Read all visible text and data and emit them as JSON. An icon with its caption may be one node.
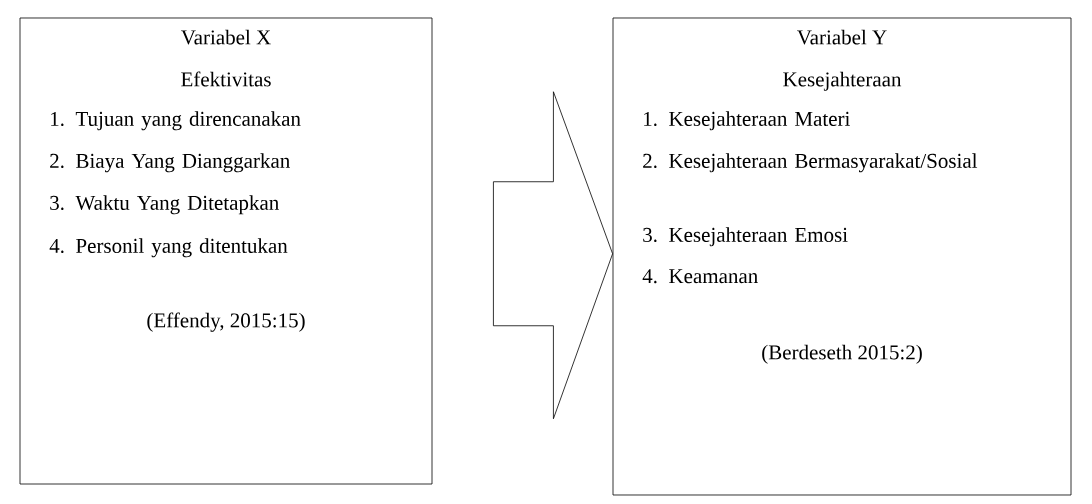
{
  "diagram": {
    "nodes": [
      {
        "text": [
          "Variabel X",
          "Efektivitas",
          "1. Tujuan yang direncanakan",
          "2. Biaya Yang Dianggarkan",
          "3. Waktu Yang Ditetapkan",
          "4. Personil yang ditentukan",
          "(Effendy, 2015:15)"
        ]
      },
      {
        "text": [
          "Variabel Y",
          "Kesejahteraan",
          "1. Kesejahteraan Materi",
          "2. Kesejahteraan Bermasyarakat/Sosial",
          "3. Kesejahteraan Emosi",
          "4. Keamanan",
          "(Berdeseth 2015:2)"
        ]
      }
    ],
    "edges": [
      {
        "from": 0,
        "to": 1,
        "arrow": "to"
      }
    ]
  }
}
